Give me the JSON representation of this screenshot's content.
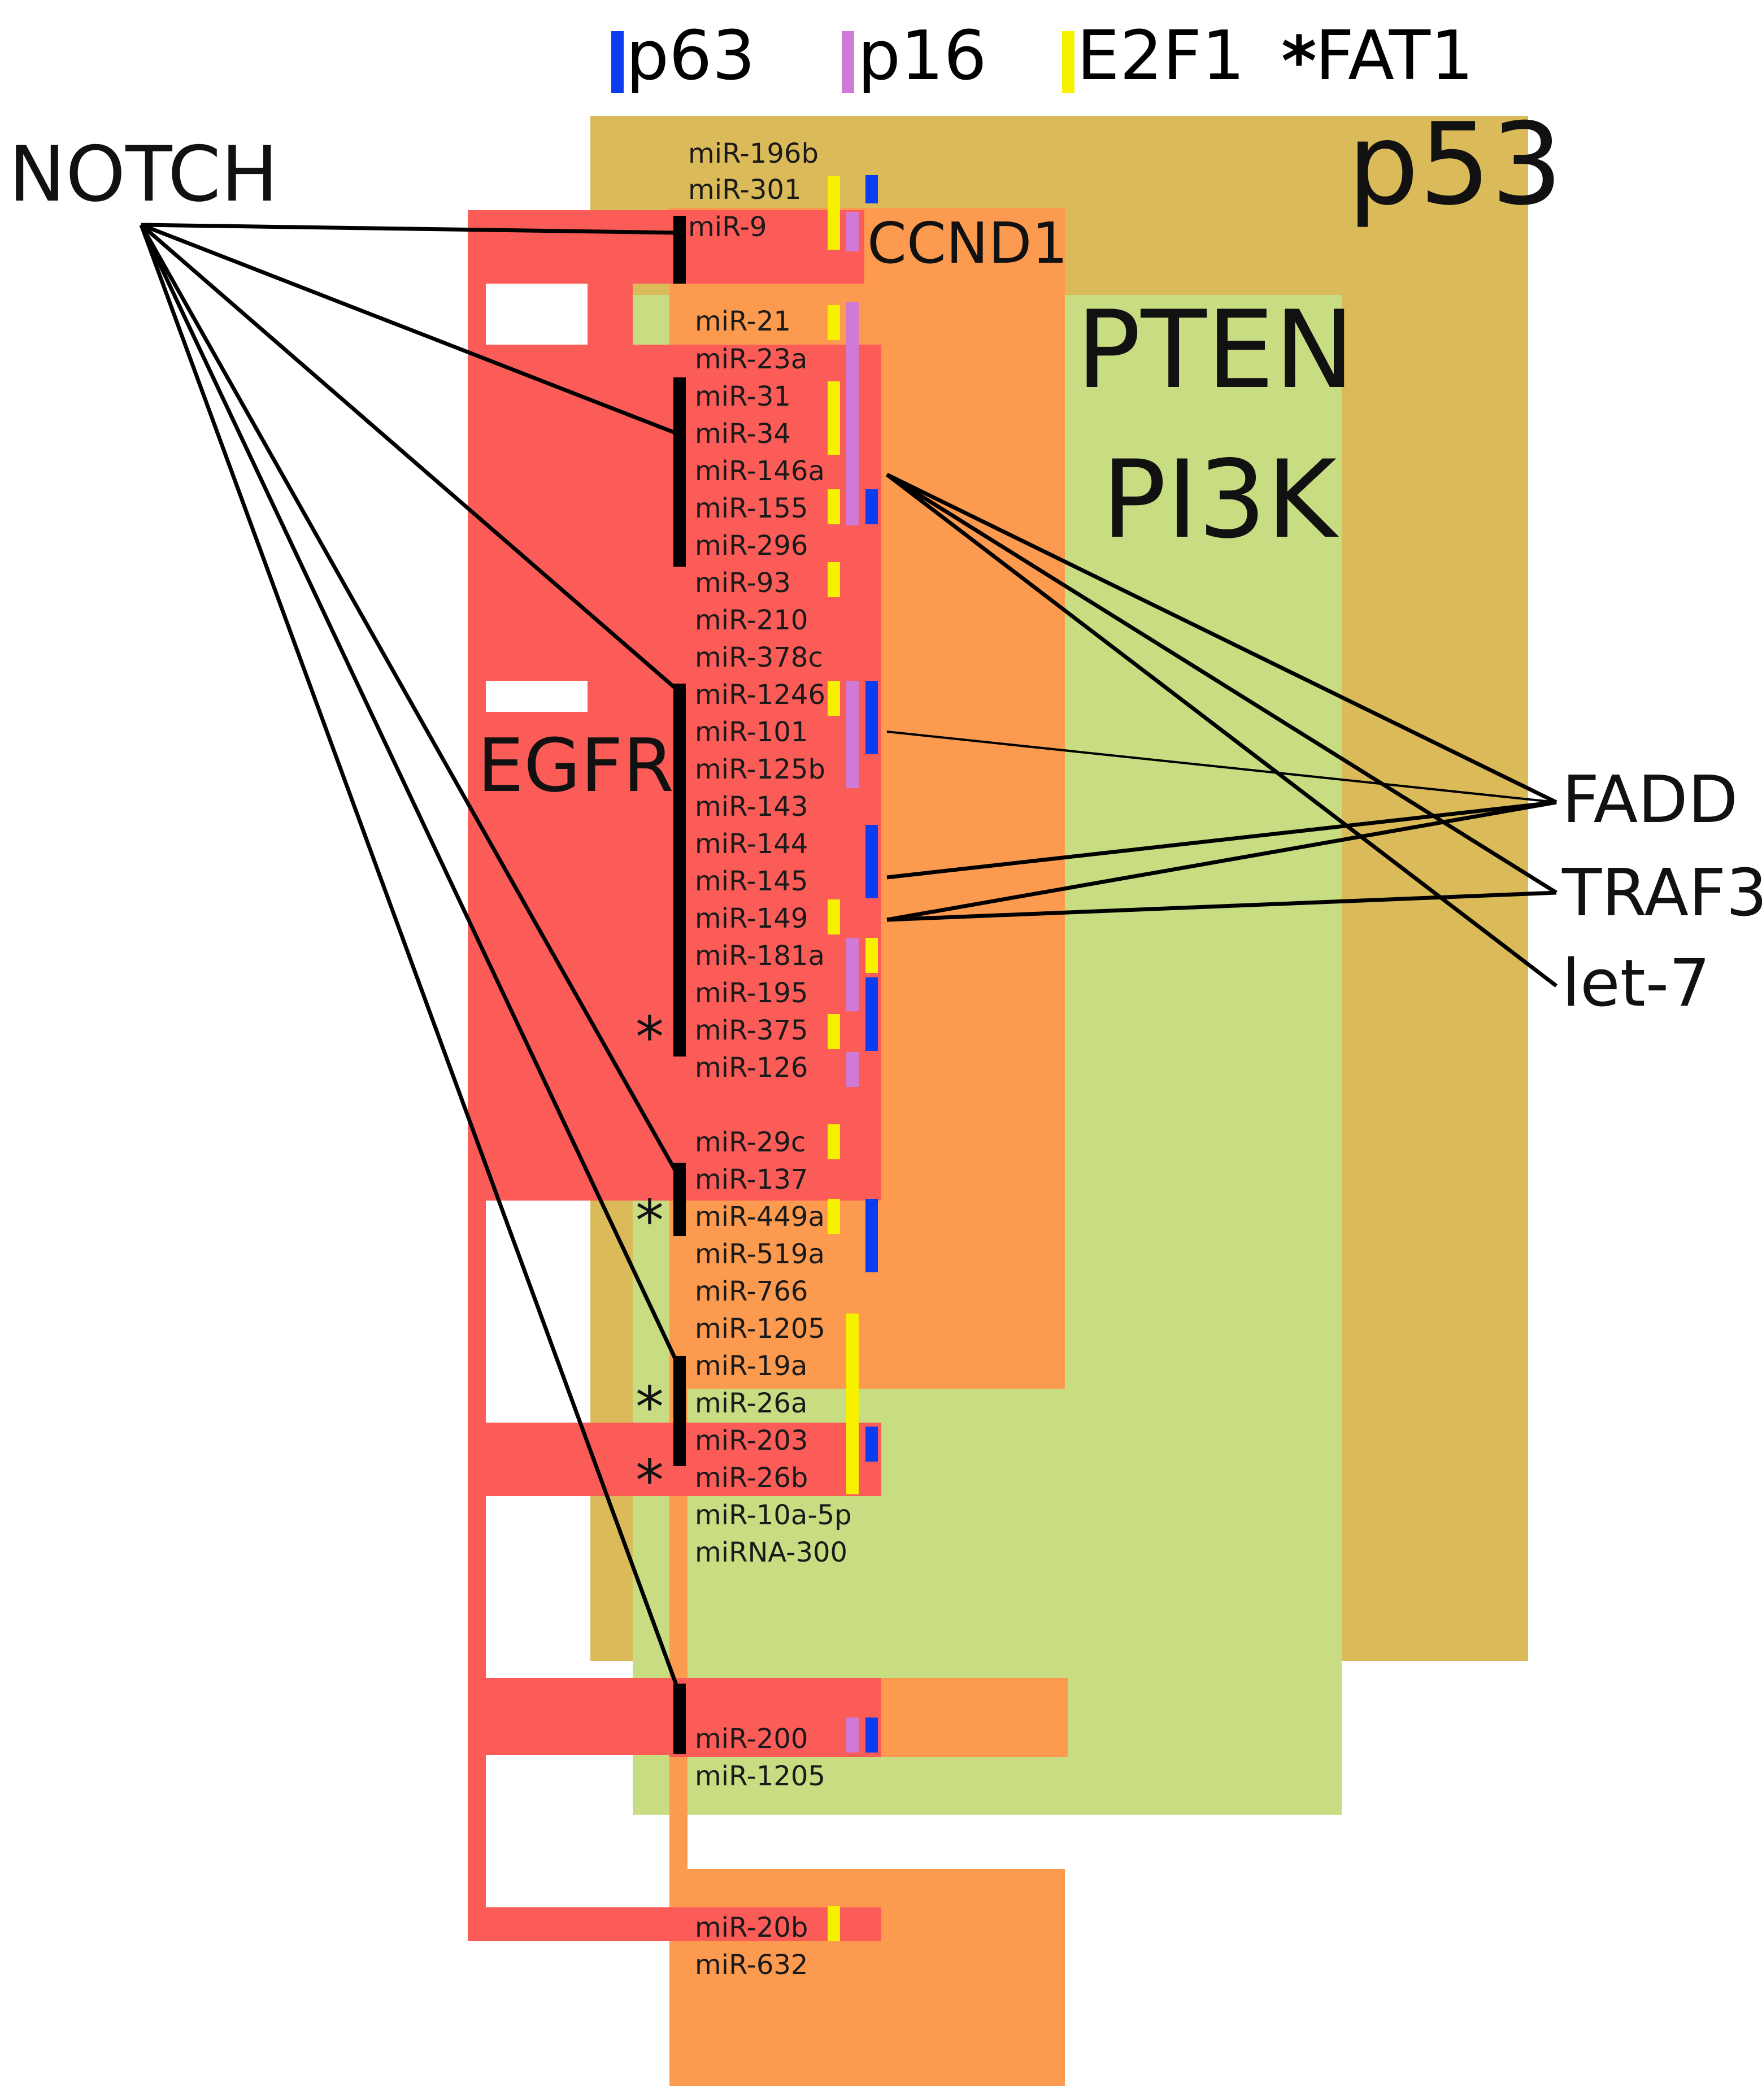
{
  "legend": {
    "p63": "p63",
    "p16": "p16",
    "e2f1": "E2F1",
    "fat1": "FAT1",
    "fat1_marker": "*"
  },
  "colors": {
    "p63": "#0a3cf0",
    "p16": "#d07ad8",
    "e2f1": "#f7f100",
    "p53": "#dbbb59",
    "pten_pi3k": "#c8dc82",
    "ccnd1": "#fc9b50",
    "egfr": "#fc5c58",
    "line": "#000000"
  },
  "pathways": {
    "notch": "NOTCH",
    "p53": "p53",
    "ccnd1": "CCND1",
    "pten": "PTEN",
    "pi3k": "PI3K",
    "egfr": "EGFR"
  },
  "targets": {
    "fadd": "FADD",
    "traf3": "TRAF3",
    "let7": "let-7"
  },
  "mirnas": [
    "miR-196b",
    "miR-301",
    "miR-9",
    "miR-21",
    "miR-23a",
    "miR-31",
    "miR-34",
    "miR-146a",
    "miR-155",
    "miR-296",
    "miR-93",
    "miR-210",
    "miR-378c",
    "miR-1246",
    "miR-101",
    "miR-125b",
    "miR-143",
    "miR-144",
    "miR-145",
    "miR-149",
    "miR-181a",
    "miR-195",
    "miR-375",
    "miR-126",
    "miR-29c",
    "miR-137",
    "miR-449a",
    "miR-519a",
    "miR-766",
    "miR-1205",
    "miR-19a",
    "miR-26a",
    "miR-203",
    "miR-26b",
    "miR-10a-5p",
    "miRNA-300",
    "miR-200",
    "miR-1205",
    "miR-20b",
    "miR-632"
  ],
  "fat1_asterisks": [
    "*",
    "*",
    "*",
    "*"
  ]
}
